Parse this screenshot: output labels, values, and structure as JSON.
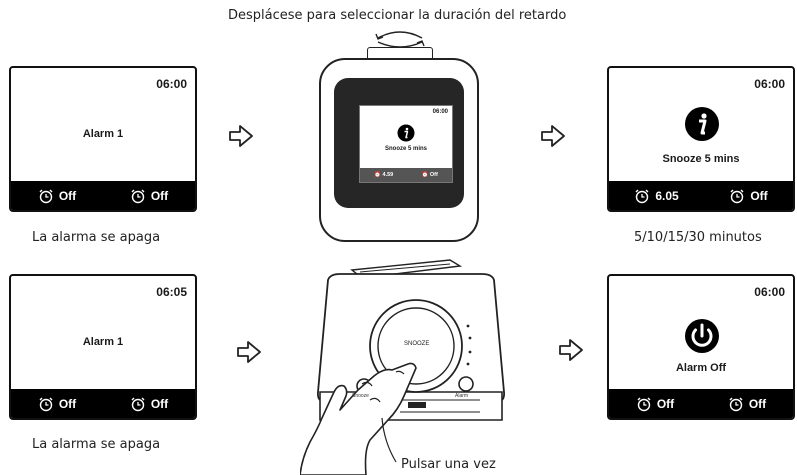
{
  "top_caption": "Desplácese para seleccionar la duración del retardo",
  "captions": {
    "left_top": "La alarma se apaga",
    "right_top": "5/10/15/30 minutos",
    "left_bottom": "La alarma se apaga",
    "bottom_center": "Pulsar una vez"
  },
  "screens": {
    "left_top": {
      "time": "06:00",
      "label": "Alarm 1",
      "alarm1": "Off",
      "alarm2": "Off"
    },
    "right_top": {
      "time": "06:00",
      "label": "Snooze 5 mins",
      "alarm1": "6.05",
      "alarm2": "Off",
      "icon": "info-icon"
    },
    "left_bottom": {
      "time": "06:05",
      "label": "Alarm 1",
      "alarm1": "Off",
      "alarm2": "Off"
    },
    "right_bottom": {
      "time": "06:00",
      "label": "Alarm Off",
      "alarm1": "Off",
      "alarm2": "Off",
      "icon": "power-icon"
    }
  },
  "device_top": {
    "time": "06:00",
    "label": "Snooze 5 mins",
    "alarm1": "4.59",
    "alarm2": "Off"
  },
  "device_bottom": {
    "button_label": "SNOOZE",
    "left_button_label": "Snooze",
    "right_button_label": "Alarm"
  }
}
